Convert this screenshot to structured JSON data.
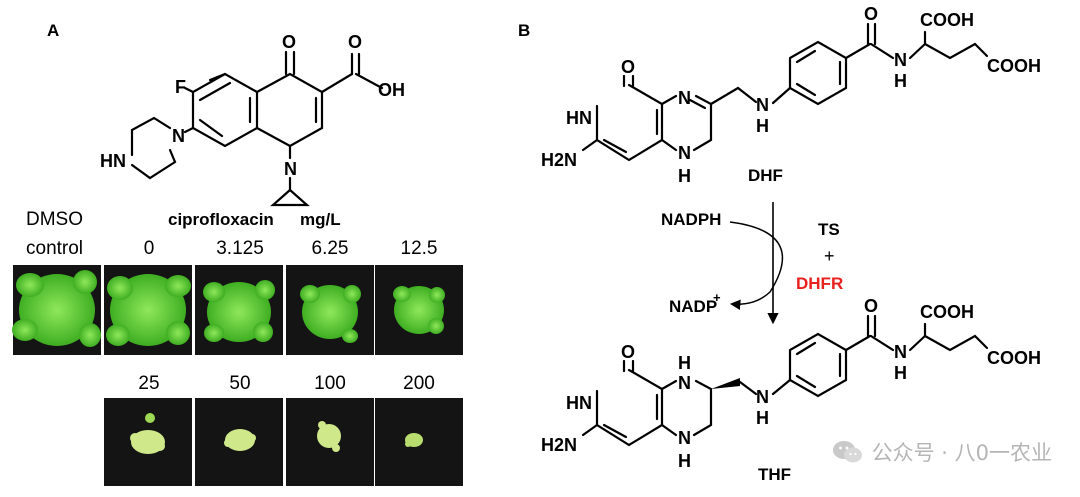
{
  "panel_a": {
    "letter": "A",
    "ciprofloxacin_atoms": {
      "o_keto": "O",
      "f": "F",
      "oh": "OH",
      "o_acid": "O",
      "n1": "N",
      "hn": "HN",
      "n_pip": "N"
    },
    "dmso_label": "DMSO",
    "control_label": "control",
    "drug_label": "ciprofloxacin",
    "unit_label": "mg/L",
    "top_row_labels": [
      "0",
      "3.125",
      "6.25",
      "12.5"
    ],
    "bottom_row_labels": [
      "25",
      "50",
      "100",
      "200"
    ]
  },
  "panel_b": {
    "letter": "B",
    "dhf_label": "DHF",
    "thf_label": "THF",
    "nadph_label": "NADPH",
    "nadp_label": "NADP",
    "nadp_charge": "+",
    "ts_label": "TS",
    "plus_label": "+",
    "dhfr_label": "DHFR",
    "atoms": {
      "o": "O",
      "hn": "HN",
      "h2n": "H2N",
      "n": "N",
      "h": "H",
      "cooh": "COOH",
      "nh": "N"
    }
  },
  "colors": {
    "dhfr": "#e8211e",
    "plate_bg": "#141414",
    "plant_green": "#5ccd2e",
    "plant_pale": "#cfe88a",
    "watermark": "#b5b5b5"
  },
  "watermark": {
    "text": "公众号 · 八0一农业",
    "icon": "wechat-icon"
  }
}
